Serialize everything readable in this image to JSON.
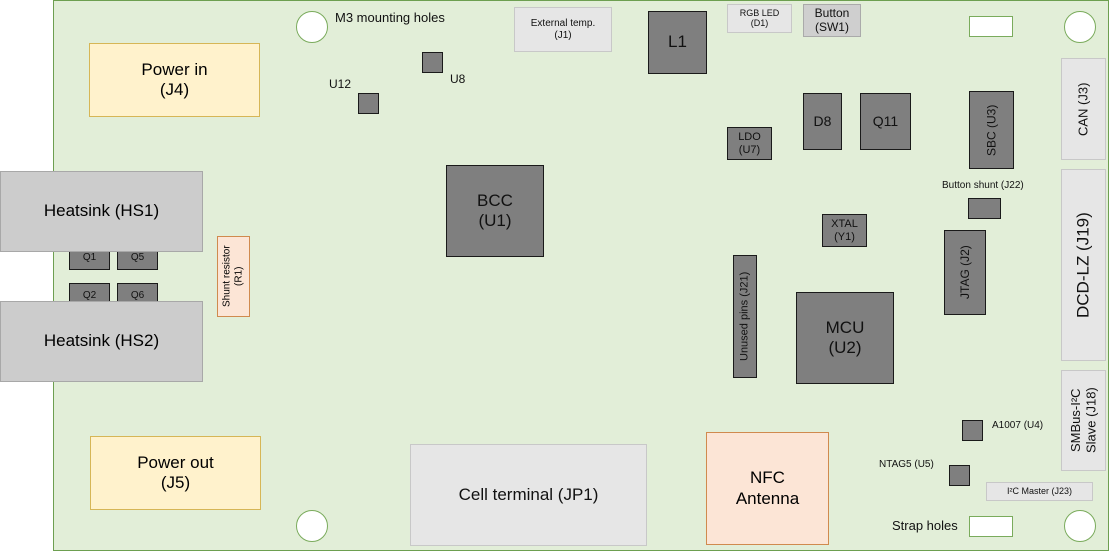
{
  "diagram": {
    "title_note": "M3 mounting holes",
    "strap_note": "Strap holes",
    "components": {
      "power_in": "Power in\n(J4)",
      "power_out": "Power out\n(J5)",
      "heatsink1": "Heatsink (HS1)",
      "heatsink2": "Heatsink (HS2)",
      "q1": "Q1",
      "q5": "Q5",
      "q2": "Q2",
      "q6": "Q6",
      "shunt": "Shunt resistor\n(R1)",
      "u12": "U12",
      "u8": "U8",
      "ext_temp": "External temp.\n(J1)",
      "l1": "L1",
      "rgb_led": "RGB LED\n(D1)",
      "button": "Button\n(SW1)",
      "bcc": "BCC\n(U1)",
      "ldo": "LDO\n(U7)",
      "d8": "D8",
      "q11": "Q11",
      "sbc": "SBC (U3)",
      "can": "CAN (J3)",
      "button_shunt": "Button shunt (J22)",
      "xtal": "XTAL\n(Y1)",
      "jtag": "JTAG (J2)",
      "dcd_lz": "DCD-LZ (J19)",
      "unused_pins": "Unused pins (J21)",
      "mcu": "MCU\n(U2)",
      "smbus": "SMBus-I²C\nSlave (J18)",
      "a1007": "A1007 (U4)",
      "ntag5": "NTAG5 (U5)",
      "i2c_master": "I²C Master (J23)",
      "cell_terminal": "Cell terminal (JP1)",
      "nfc_antenna": "NFC\nAntenna"
    }
  }
}
